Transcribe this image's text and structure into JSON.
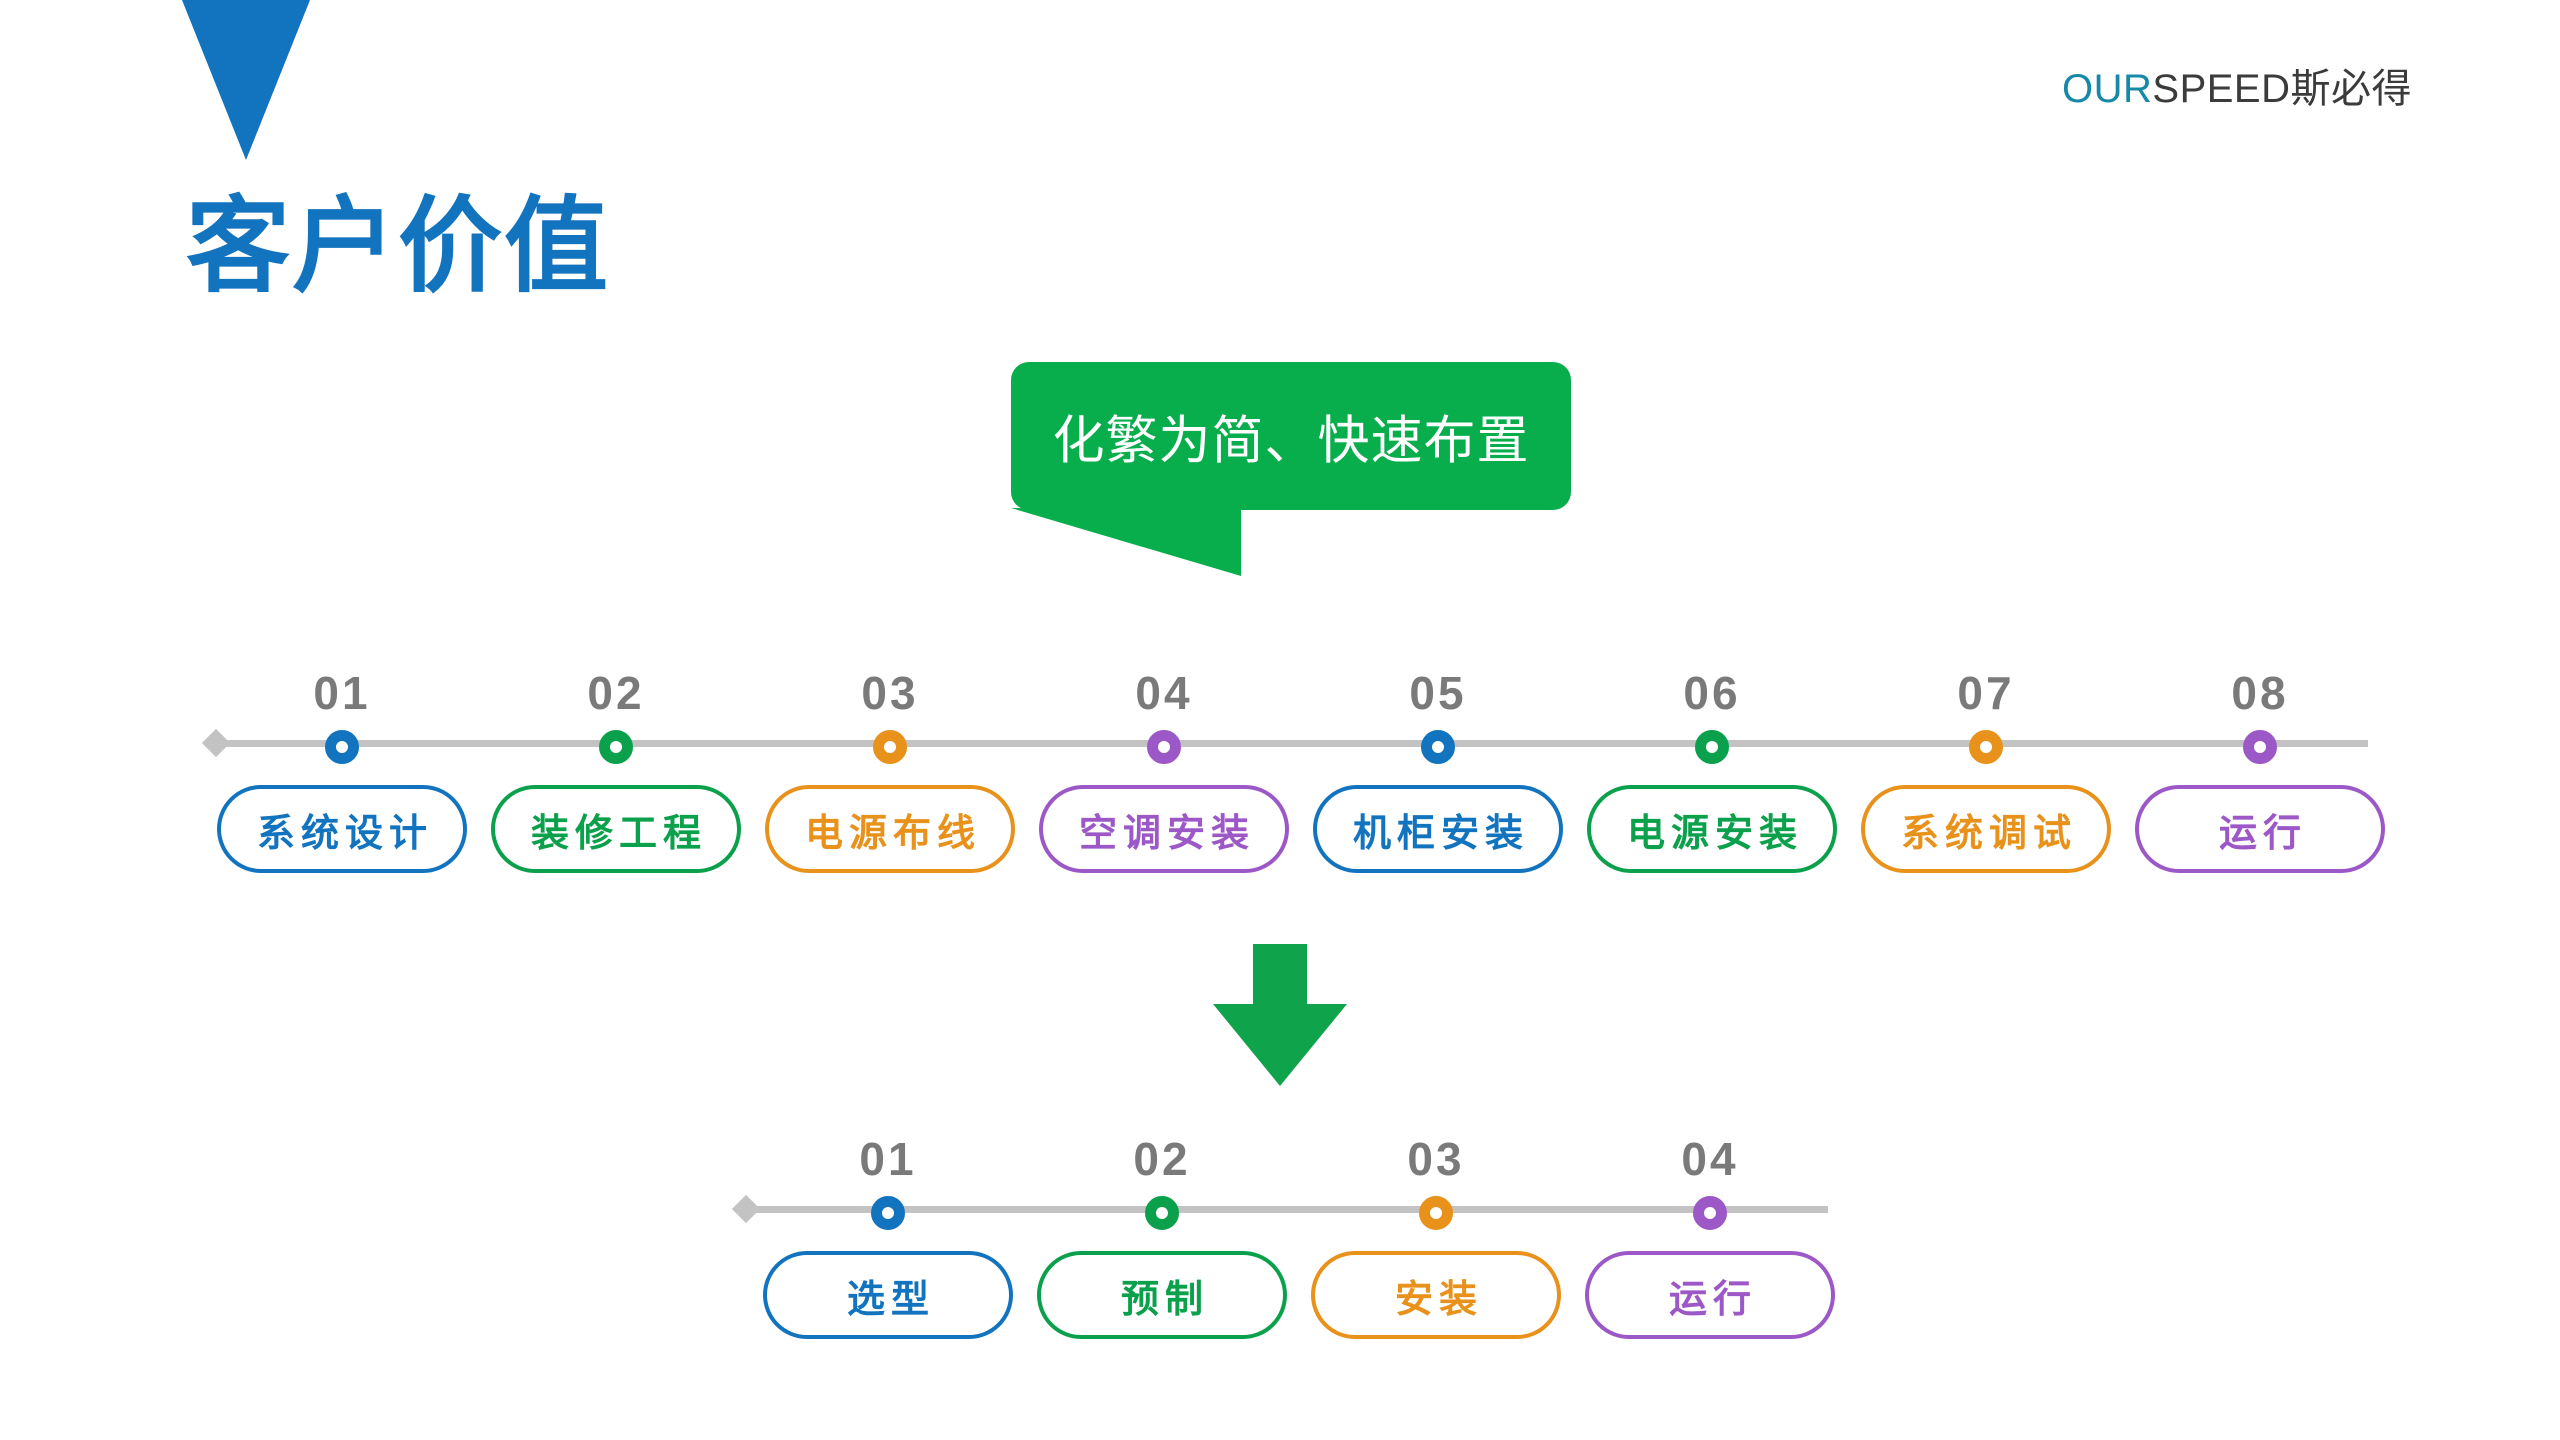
{
  "brand": {
    "our": "OUR",
    "speed": "SPEED",
    "cn": "斯必得"
  },
  "page_title": "客户价值",
  "callout": {
    "text": "化繁为简、快速布置",
    "bg_color": "#07AE4B",
    "text_color": "#FFFFFF"
  },
  "decor": {
    "triangle_color": "#1273BE",
    "arrow_icon": "down-arrow-icon",
    "arrow_color": "#0FA44B",
    "line_color": "#C3C3C3"
  },
  "palette": {
    "blue": "#1273BE",
    "green": "#0BA04B",
    "orange": "#E8921C",
    "purple": "#9C58C6",
    "number_gray": "#7A7A7A"
  },
  "timeline_before": {
    "name": "traditional-deployment-timeline",
    "steps": [
      {
        "number": "01",
        "label": "系统设计",
        "color": "#1273BE"
      },
      {
        "number": "02",
        "label": "装修工程",
        "color": "#0BA04B"
      },
      {
        "number": "03",
        "label": "电源布线",
        "color": "#E8921C"
      },
      {
        "number": "04",
        "label": "空调安装",
        "color": "#9C58C6"
      },
      {
        "number": "05",
        "label": "机柜安装",
        "color": "#1273BE"
      },
      {
        "number": "06",
        "label": "电源安装",
        "color": "#0BA04B"
      },
      {
        "number": "07",
        "label": "系统调试",
        "color": "#E8921C"
      },
      {
        "number": "08",
        "label": "运行",
        "color": "#9C58C6"
      }
    ]
  },
  "timeline_after": {
    "name": "simplified-deployment-timeline",
    "steps": [
      {
        "number": "01",
        "label": "选型",
        "color": "#1273BE"
      },
      {
        "number": "02",
        "label": "预制",
        "color": "#0BA04B"
      },
      {
        "number": "03",
        "label": "安装",
        "color": "#E8921C"
      },
      {
        "number": "04",
        "label": "运行",
        "color": "#9C58C6"
      }
    ]
  }
}
